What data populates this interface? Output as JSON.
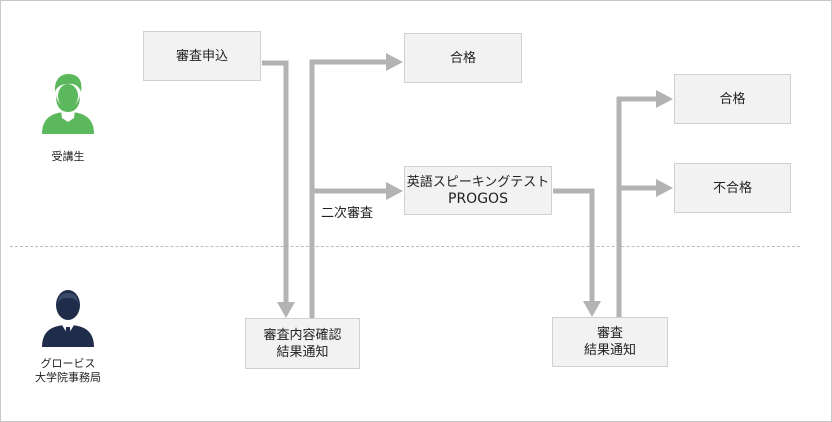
{
  "actors": {
    "student": {
      "label": "受講生",
      "color": "#5cb85c"
    },
    "office": {
      "label_line1": "グロービス",
      "label_line2": "大学院事務局",
      "color": "#1f2d4a"
    }
  },
  "boxes": {
    "application": "審査申込",
    "pass_top": "合格",
    "speaking_test_line1": "英語スピーキングテスト",
    "speaking_test_line2": "PROGOS",
    "pass_right": "合格",
    "fail_right": "不合格",
    "review_notice_line1": "審査内容確認",
    "review_notice_line2": "結果通知",
    "result_notice_line1": "審査",
    "result_notice_line2": "結果通知"
  },
  "labels": {
    "second_review": "二次審査"
  },
  "colors": {
    "arrow": "#b3b3b3",
    "box_fill": "#f2f2f2",
    "box_border": "#d0d0d0"
  }
}
